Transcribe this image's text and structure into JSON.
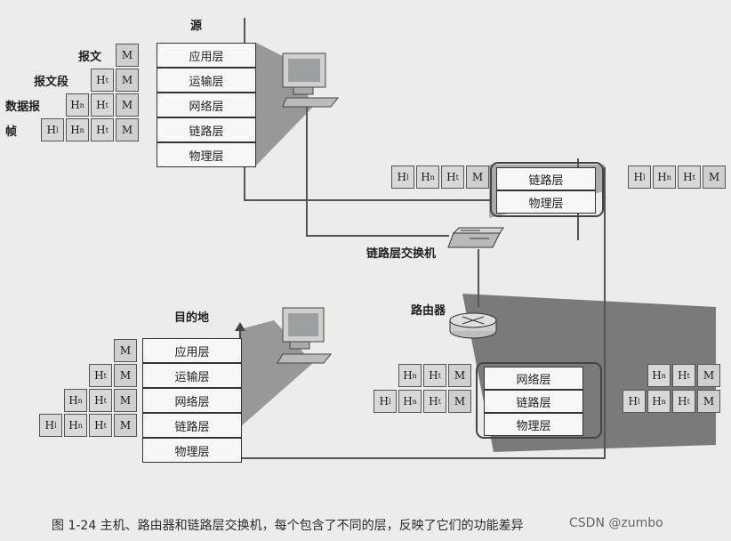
{
  "source": {
    "title": "源",
    "layers": [
      "应用层",
      "运输层",
      "网络层",
      "链路层",
      "物理层"
    ],
    "pdu_labels": [
      "报文",
      "报文段",
      "数据报",
      "帧"
    ]
  },
  "destination": {
    "title": "目的地",
    "layers": [
      "应用层",
      "运输层",
      "网络层",
      "链路层",
      "物理层"
    ]
  },
  "switch": {
    "label": "链路层交换机",
    "layers": [
      "链路层",
      "物理层"
    ]
  },
  "router": {
    "label": "路由器",
    "layers": [
      "网络层",
      "链路层",
      "物理层"
    ]
  },
  "headers": {
    "m": "M",
    "ht": "H",
    "ht_sub": "t",
    "hn": "H",
    "hn_sub": "n",
    "hl": "H",
    "hl_sub": "l"
  },
  "caption": "图 1-24   主机、路由器和链路层交换机，每个包含了不同的层，反映了它们的功能差异",
  "watermark": "CSDN @zumbo",
  "colors": {
    "bg": "#ececea",
    "shadow": "#7d7d7b",
    "line": "#555555"
  }
}
